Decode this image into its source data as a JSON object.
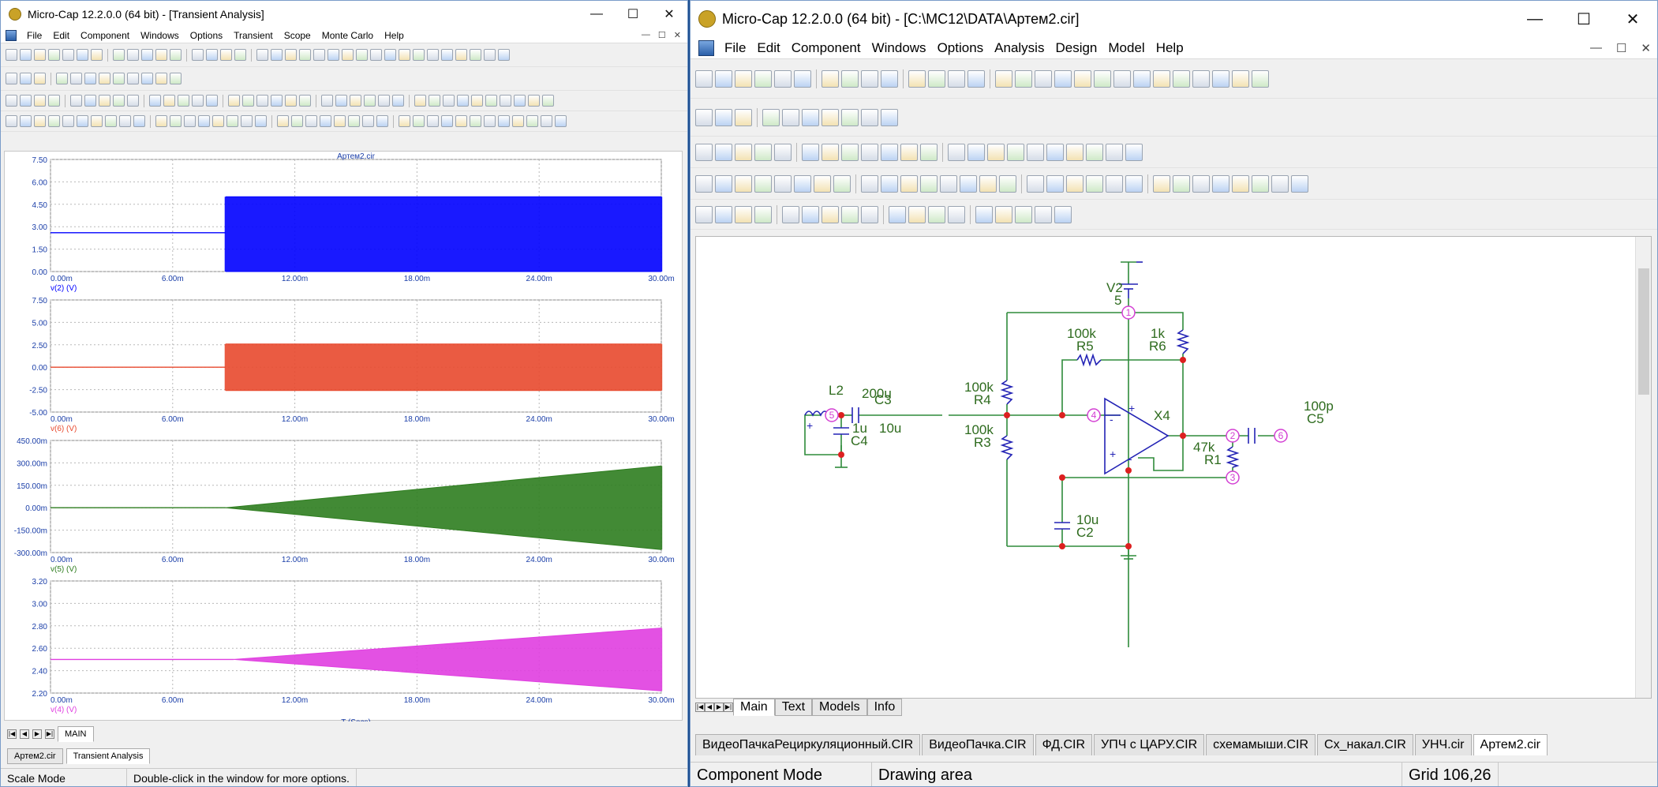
{
  "left_window": {
    "title": "Micro-Cap 12.2.0.0 (64 bit) - [Transient Analysis]",
    "menu": [
      "File",
      "Edit",
      "Component",
      "Windows",
      "Options",
      "Transient",
      "Scope",
      "Monte Carlo",
      "Help"
    ],
    "sheet_tab": "MAIN",
    "doc_tabs": [
      "Артем2.cir",
      "Transient Analysis"
    ],
    "status": {
      "mode": "Scale Mode",
      "hint": "Double-click in the window for more options."
    }
  },
  "right_window": {
    "title": "Micro-Cap 12.2.0.0 (64 bit) - [C:\\MC12\\DATA\\Артем2.cir]",
    "menu": [
      "File",
      "Edit",
      "Component",
      "Windows",
      "Options",
      "Analysis",
      "Design",
      "Model",
      "Help"
    ],
    "sheet_tabs": [
      "Main",
      "Text",
      "Models",
      "Info"
    ],
    "file_tabs": [
      "ВидеоПачкаРециркуляционный.CIR",
      "ВидеоПачка.CIR",
      "ФД.CIR",
      "УПЧ с ЦАРУ.CIR",
      "схемамыши.CIR",
      "Сх_накал.CIR",
      "УНЧ.cir",
      "Артем2.cir"
    ],
    "status": {
      "mode": "Component Mode",
      "area": "Drawing area",
      "grid": "Grid 106,26"
    }
  },
  "window_buttons": {
    "minimize": "—",
    "maximize": "☐",
    "close": "✕"
  },
  "chart_data": [
    {
      "type": "line",
      "title": "Артем2.cir",
      "ylabel": "v(2) (V)",
      "xlabel": "",
      "color": "#0000ff",
      "x_ticks": [
        "0.00m",
        "6.00m",
        "12.00m",
        "18.00m",
        "24.00m",
        "30.00m"
      ],
      "y_ticks": [
        "7.50",
        "6.00",
        "4.50",
        "3.00",
        "1.50",
        "0.00"
      ],
      "xlim": [
        0,
        30
      ],
      "ylim": [
        0,
        7.5
      ],
      "pre_value": 2.6,
      "onset": 8.6,
      "band": [
        [
          0,
          5
        ],
        [
          0,
          5
        ]
      ]
    },
    {
      "type": "line",
      "title": "",
      "ylabel": "v(6) (V)",
      "xlabel": "",
      "color": "#e8492e",
      "x_ticks": [
        "0.00m",
        "6.00m",
        "12.00m",
        "18.00m",
        "24.00m",
        "30.00m"
      ],
      "y_ticks": [
        "7.50",
        "5.00",
        "2.50",
        "0.00",
        "-2.50",
        "-5.00"
      ],
      "xlim": [
        0,
        30
      ],
      "ylim": [
        -5,
        7.5
      ],
      "pre_value": 0,
      "onset": 8.6,
      "band": [
        [
          -2.6,
          2.6
        ],
        [
          -2.6,
          2.6
        ]
      ]
    },
    {
      "type": "line",
      "title": "",
      "ylabel": "v(5) (V)",
      "xlabel": "",
      "color": "#2e7d1f",
      "x_ticks": [
        "0.00m",
        "6.00m",
        "12.00m",
        "18.00m",
        "24.00m",
        "30.00m"
      ],
      "y_ticks": [
        "450.00m",
        "300.00m",
        "150.00m",
        "0.00m",
        "-150.00m",
        "-300.00m"
      ],
      "xlim": [
        0,
        30
      ],
      "ylim": [
        -300,
        450
      ],
      "pre_value": 0,
      "onset": 8.6,
      "band": [
        [
          0,
          0
        ],
        [
          -280,
          280
        ]
      ]
    },
    {
      "type": "line",
      "title": "",
      "ylabel": "v(4) (V)",
      "xlabel": "T (Secs)",
      "color": "#e03ee0",
      "x_ticks": [
        "0.00m",
        "6.00m",
        "12.00m",
        "18.00m",
        "24.00m",
        "30.00m"
      ],
      "y_ticks": [
        "3.20",
        "3.00",
        "2.80",
        "2.60",
        "2.40",
        "2.20"
      ],
      "xlim": [
        0,
        30
      ],
      "ylim": [
        2.2,
        3.2
      ],
      "pre_value": 2.5,
      "onset": 9.0,
      "band": [
        [
          2.5,
          2.5
        ],
        [
          2.22,
          2.78
        ]
      ]
    }
  ],
  "schematic": {
    "labels": {
      "v2": "V2",
      "v2val": "5",
      "r5": "R5",
      "r5val": "100k",
      "r6": "R6",
      "r6val": "1k",
      "r4": "R4",
      "r4val": "100k",
      "r3": "R3",
      "r3val": "100k",
      "l2": "L2",
      "l2val": "200u",
      "c3": "C3",
      "c3val": "10u",
      "c4": "C4",
      "c4val": "1u",
      "x4": "X4",
      "c5": "C5",
      "c5val": "100p",
      "r1": "R1",
      "r1val": "47k",
      "c2": "C2",
      "c2val": "10u"
    },
    "nodes": [
      "1",
      "2",
      "3",
      "4",
      "5",
      "6"
    ]
  }
}
